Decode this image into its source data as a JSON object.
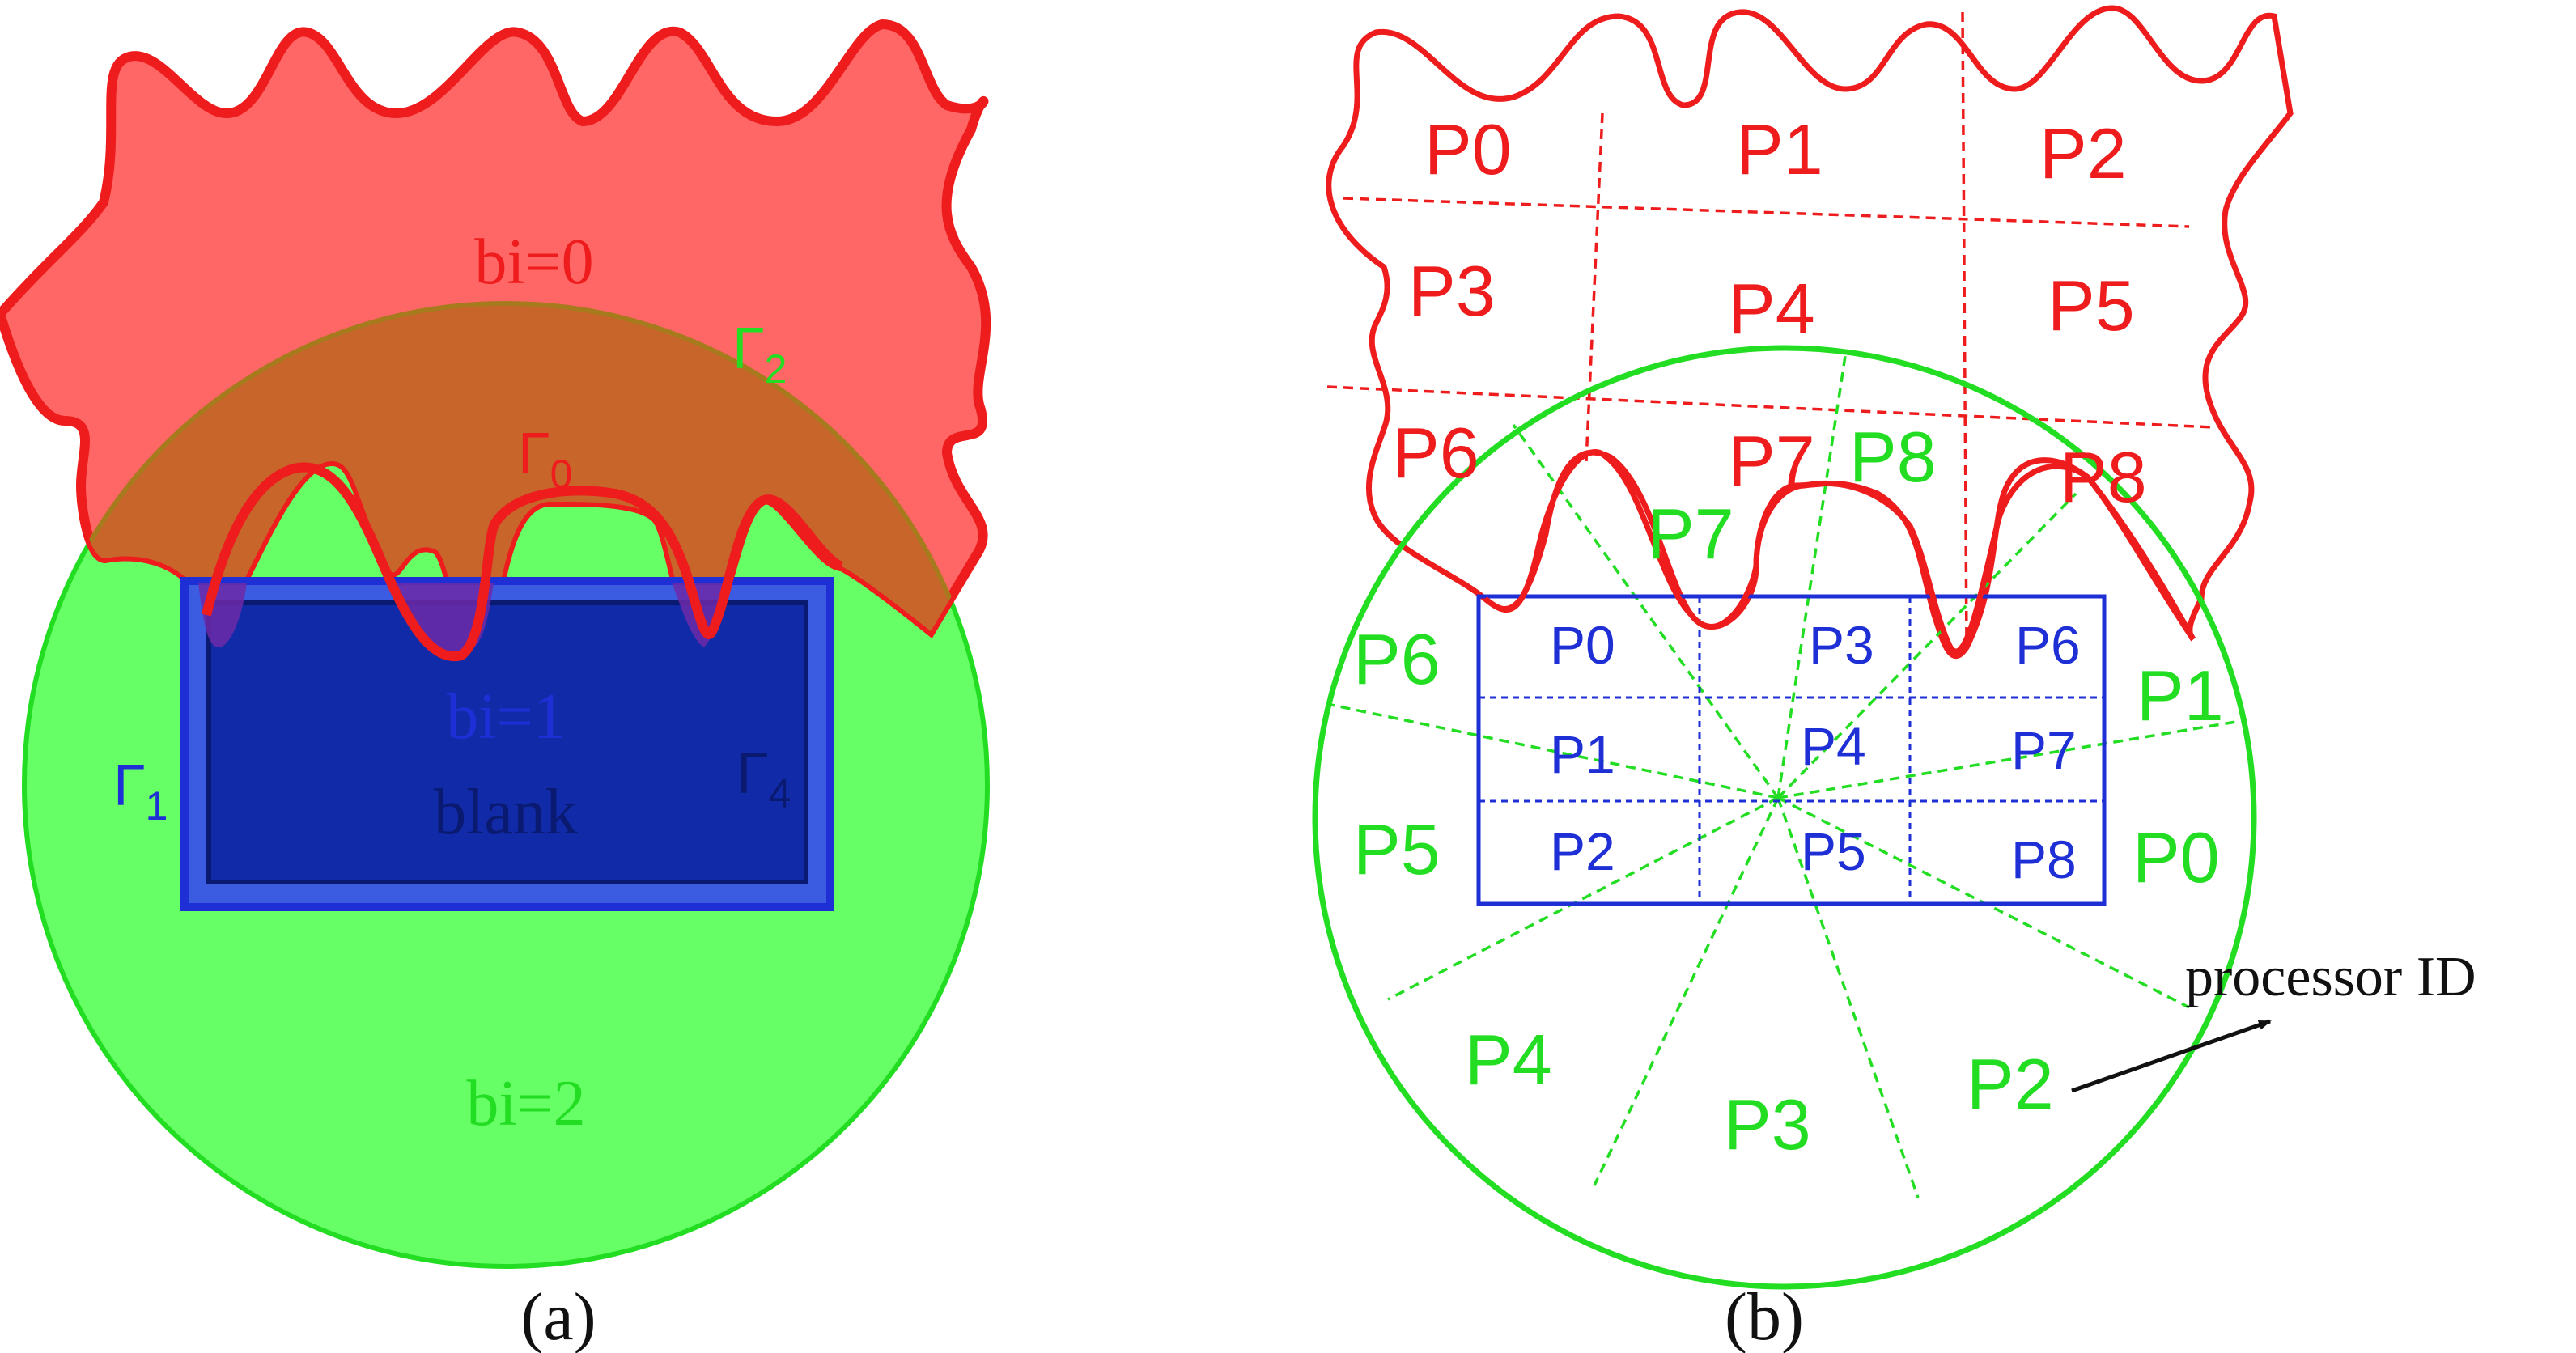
{
  "colors": {
    "red": "#ee1c1c",
    "red_fill": "#ff6666",
    "green": "#22dd22",
    "green_fill": "#66ff66",
    "blue": "#1f2fd6",
    "blue_fill": "#112aa8",
    "overlap": "#c7652b",
    "black": "#111111"
  },
  "panel_a": {
    "caption": "(a)",
    "red_region_label": "bi=0",
    "blue_region_label": "bi=1",
    "blue_region_sublabel": "blank",
    "green_region_label": "bi=2",
    "gamma0": {
      "base": "Γ",
      "sub": "0"
    },
    "gamma1": {
      "base": "Γ",
      "sub": "1"
    },
    "gamma2": {
      "base": "Γ",
      "sub": "2"
    },
    "gamma4": {
      "base": "Γ",
      "sub": "4"
    }
  },
  "panel_b": {
    "caption": "(b)",
    "annotation": "processor ID",
    "red_partitions": [
      "P0",
      "P1",
      "P2",
      "P3",
      "P4",
      "P5",
      "P6",
      "P7",
      "P8"
    ],
    "green_partitions": [
      "P0",
      "P1",
      "P2",
      "P3",
      "P4",
      "P5",
      "P6",
      "P7",
      "P8"
    ],
    "blue_partitions": [
      "P0",
      "P1",
      "P2",
      "P3",
      "P4",
      "P5",
      "P6",
      "P7",
      "P8"
    ]
  }
}
